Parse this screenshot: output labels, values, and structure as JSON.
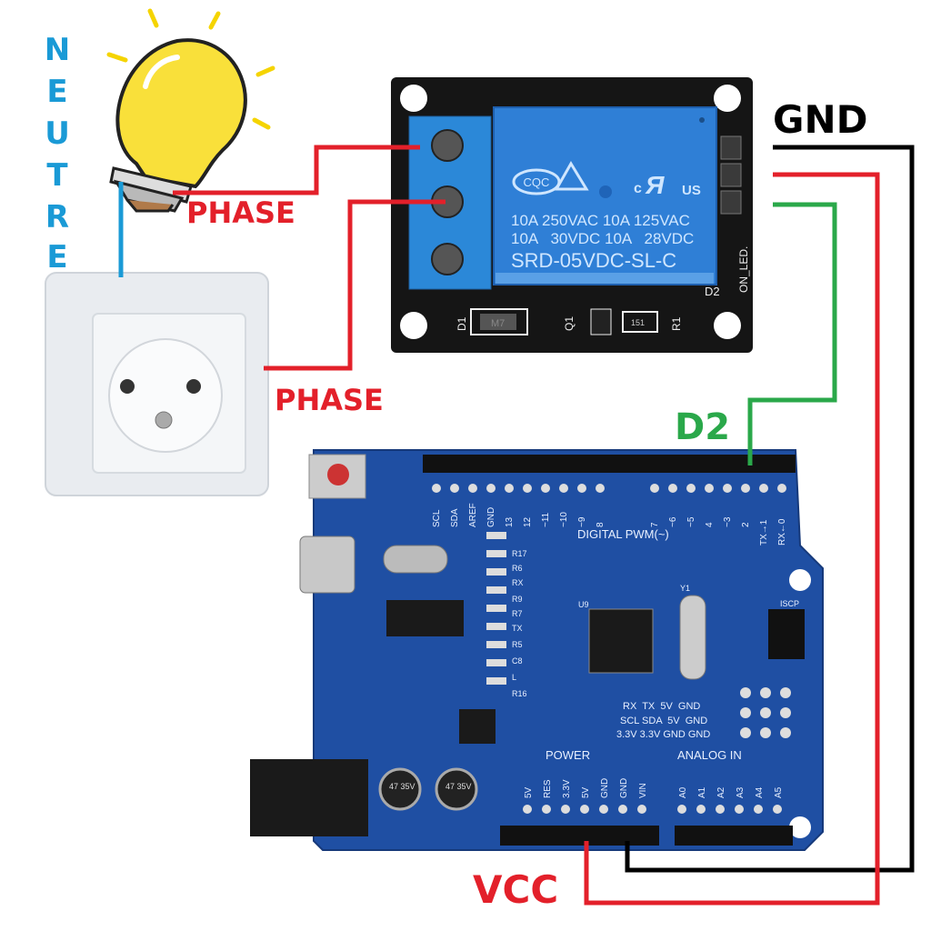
{
  "labels": {
    "neutre": [
      "N",
      "E",
      "U",
      "T",
      "R",
      "E"
    ],
    "phase_top": "PHASE",
    "phase_bottom": "PHASE",
    "gnd": "GND",
    "vcc": "VCC",
    "d2": "D2"
  },
  "relay": {
    "line1": "10A 250VAC 10A 125VAC",
    "line2": "10A   30VDC 10A   28VDC",
    "model": "SRD-05VDC-SL-C",
    "cert_cqc": "CQC",
    "cert_us": "US",
    "cert_c": "c",
    "led_label": "ON_LED.",
    "d2_label": "D2",
    "d1_label": "D1",
    "q1_label": "Q1",
    "r1_label": "R1",
    "diode_mark": "M7",
    "resistor_mark": "151"
  },
  "arduino": {
    "digital_label": "DIGITAL PWM(~)",
    "power_label": "POWER",
    "analog_label": "ANALOG IN",
    "digital_pins": [
      "SCL",
      "SDA",
      "AREF",
      "GND",
      "13",
      "12",
      "~11",
      "~10",
      "~9",
      "8",
      "7",
      "~6",
      "~5",
      "4",
      "~3",
      "2",
      "TX→1",
      "RX←0"
    ],
    "power_pins": [
      "5V",
      "RES",
      "3.3V",
      "5V",
      "GND",
      "GND",
      "VIN"
    ],
    "analog_pins": [
      "A0",
      "A1",
      "A2",
      "A3",
      "A4",
      "A5"
    ],
    "chip_label": "U9",
    "crystal_label": "Y1",
    "icsp_label": "ISCP",
    "cap_label": "47 35V",
    "bottom_grid": [
      "RX  TX  5V  GND",
      "SCL SDA  5V  GND",
      "3.3V 3.3V GND GND"
    ],
    "side_leds": [
      "R17",
      "R6",
      "RX",
      "R9",
      "R7",
      "TX",
      "R5",
      "C8",
      "L",
      "R16"
    ]
  },
  "colors": {
    "phase": "#e3202a",
    "neutral": "#1a9ad6",
    "gnd": "#000000",
    "signal": "#2aa84a",
    "board": "#1f4fa3",
    "relay": "#2f7fd6"
  }
}
